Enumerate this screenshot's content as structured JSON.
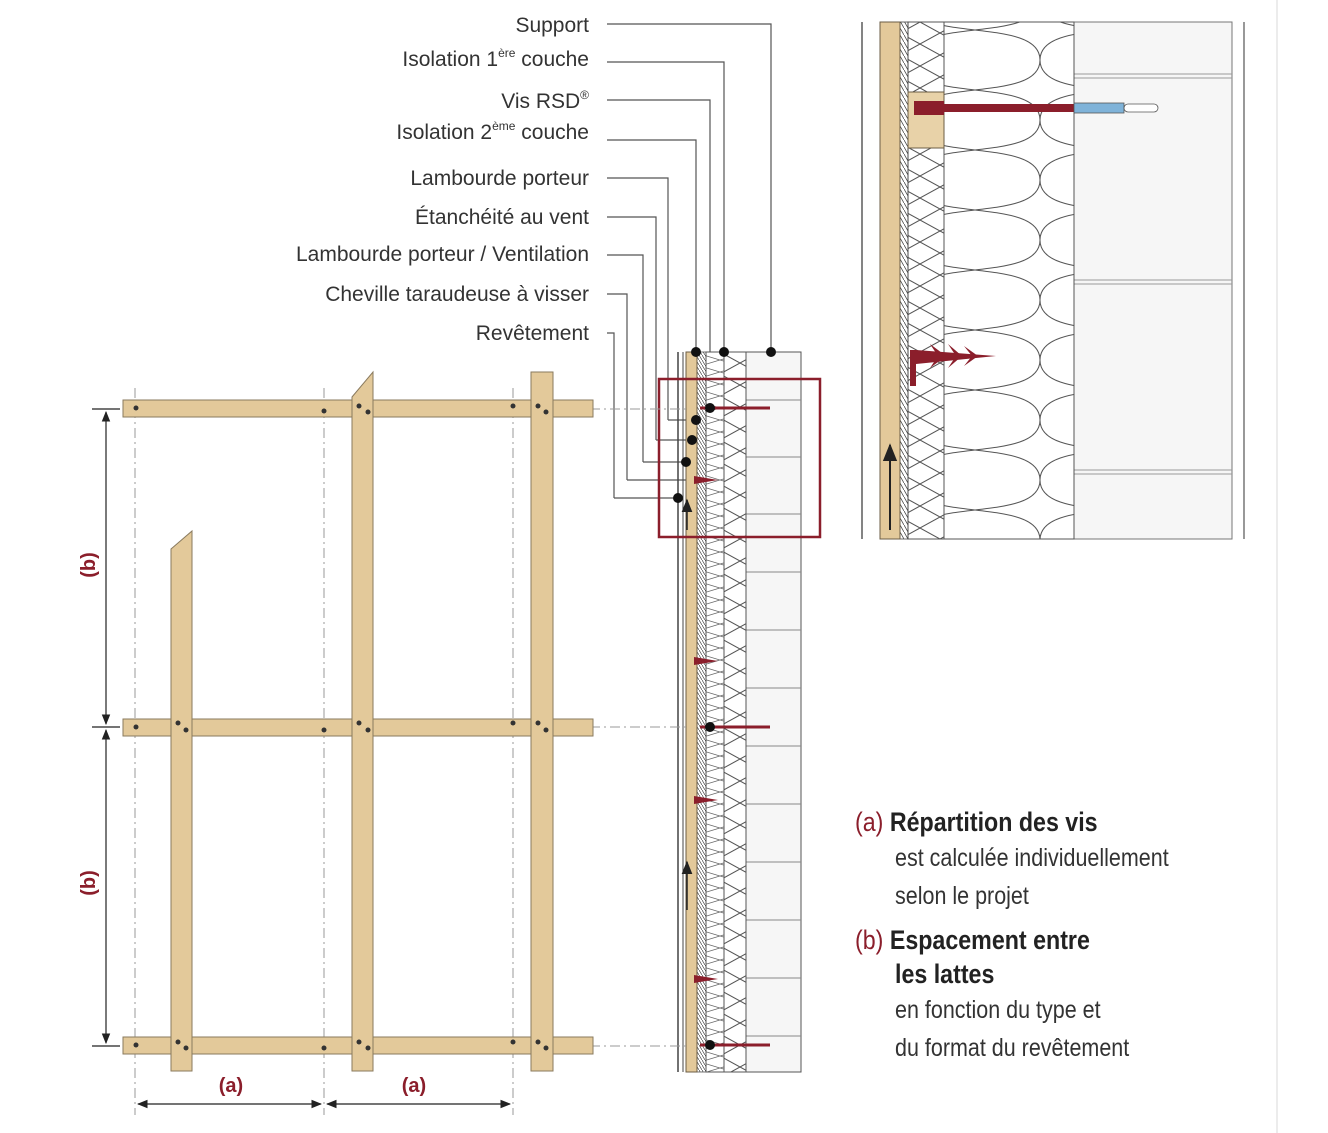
{
  "callouts": [
    {
      "id": "support",
      "text": "Support",
      "sup": "",
      "rest": ""
    },
    {
      "id": "isolation1",
      "text": "Isolation 1",
      "sup": "ère",
      "rest": " couche"
    },
    {
      "id": "vis-rsd",
      "text": "Vis RSD",
      "sup": "®",
      "rest": ""
    },
    {
      "id": "isolation2",
      "text": "Isolation 2",
      "sup": "ème",
      "rest": " couche"
    },
    {
      "id": "lambourde-porteur",
      "text": "Lambourde porteur",
      "sup": "",
      "rest": ""
    },
    {
      "id": "etancheite",
      "text": "Étanchéité au vent",
      "sup": "",
      "rest": ""
    },
    {
      "id": "lambourde-ventilation",
      "text": "Lambourde porteur / Ventilation",
      "sup": "",
      "rest": ""
    },
    {
      "id": "cheville",
      "text": "Cheville taraudeuse à visser",
      "sup": "",
      "rest": ""
    },
    {
      "id": "revetement",
      "text": "Revêtement",
      "sup": "",
      "rest": ""
    }
  ],
  "dimensions": {
    "a_label": "(a)",
    "b_label": "(b)"
  },
  "legend": {
    "a": {
      "key": "(a)",
      "title": "Répartition des vis",
      "lines": [
        "est calculée individuellement",
        "selon le projet"
      ]
    },
    "b": {
      "key": "(b)",
      "title_lines": [
        "Espacement entre",
        "les lattes"
      ],
      "lines": [
        "en fonction du type et",
        "du format du revêtement"
      ]
    }
  },
  "colors": {
    "wood": "#e3c99a",
    "wood_edge": "#8a7a5e",
    "accent": "#8b1e2b",
    "line": "#444444",
    "screw": "#8b1e2b",
    "insulation": "#ffffff",
    "support": "#f4f4f4"
  }
}
